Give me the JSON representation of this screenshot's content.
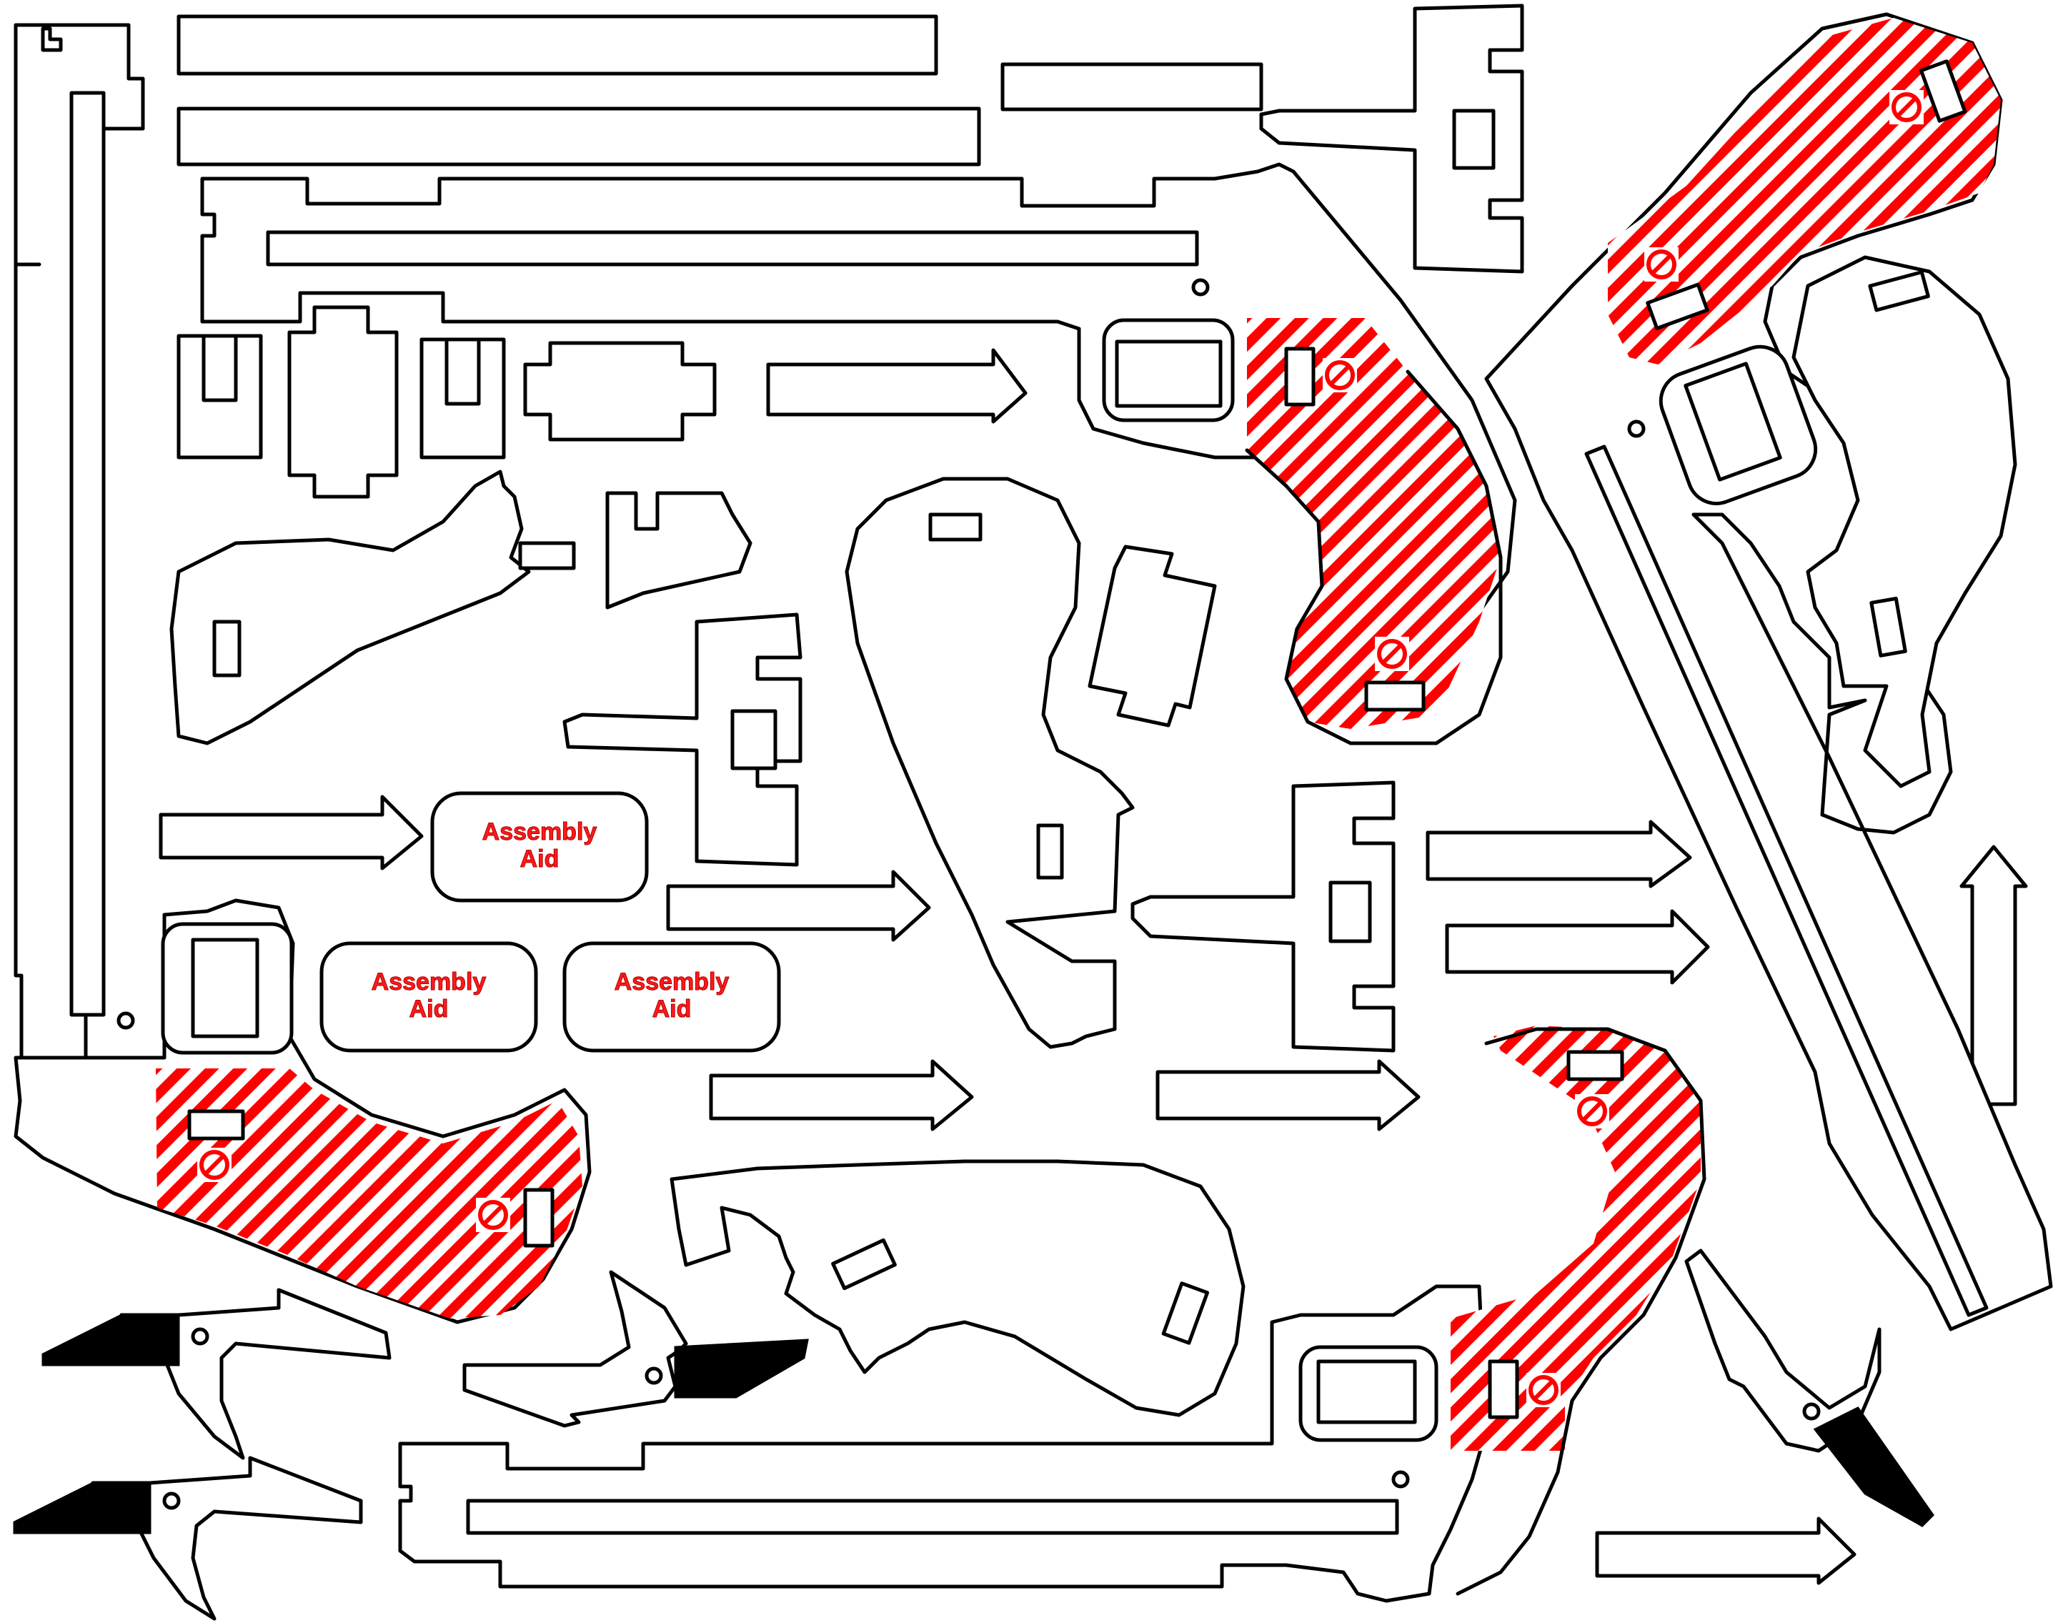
{
  "title": "",
  "colors": {
    "outline": "#000000",
    "background": "#ffffff",
    "marking": "#ff0000",
    "solid_fill": "#000000"
  },
  "assembly_aids": [
    {
      "line1": "Assembly",
      "line2": "Aid"
    },
    {
      "line1": "Assembly",
      "line2": "Aid"
    },
    {
      "line1": "Assembly",
      "line2": "Aid"
    }
  ],
  "marking_icon": "no-entry-icon",
  "hatch_pattern": "red-diagonal-stripes"
}
